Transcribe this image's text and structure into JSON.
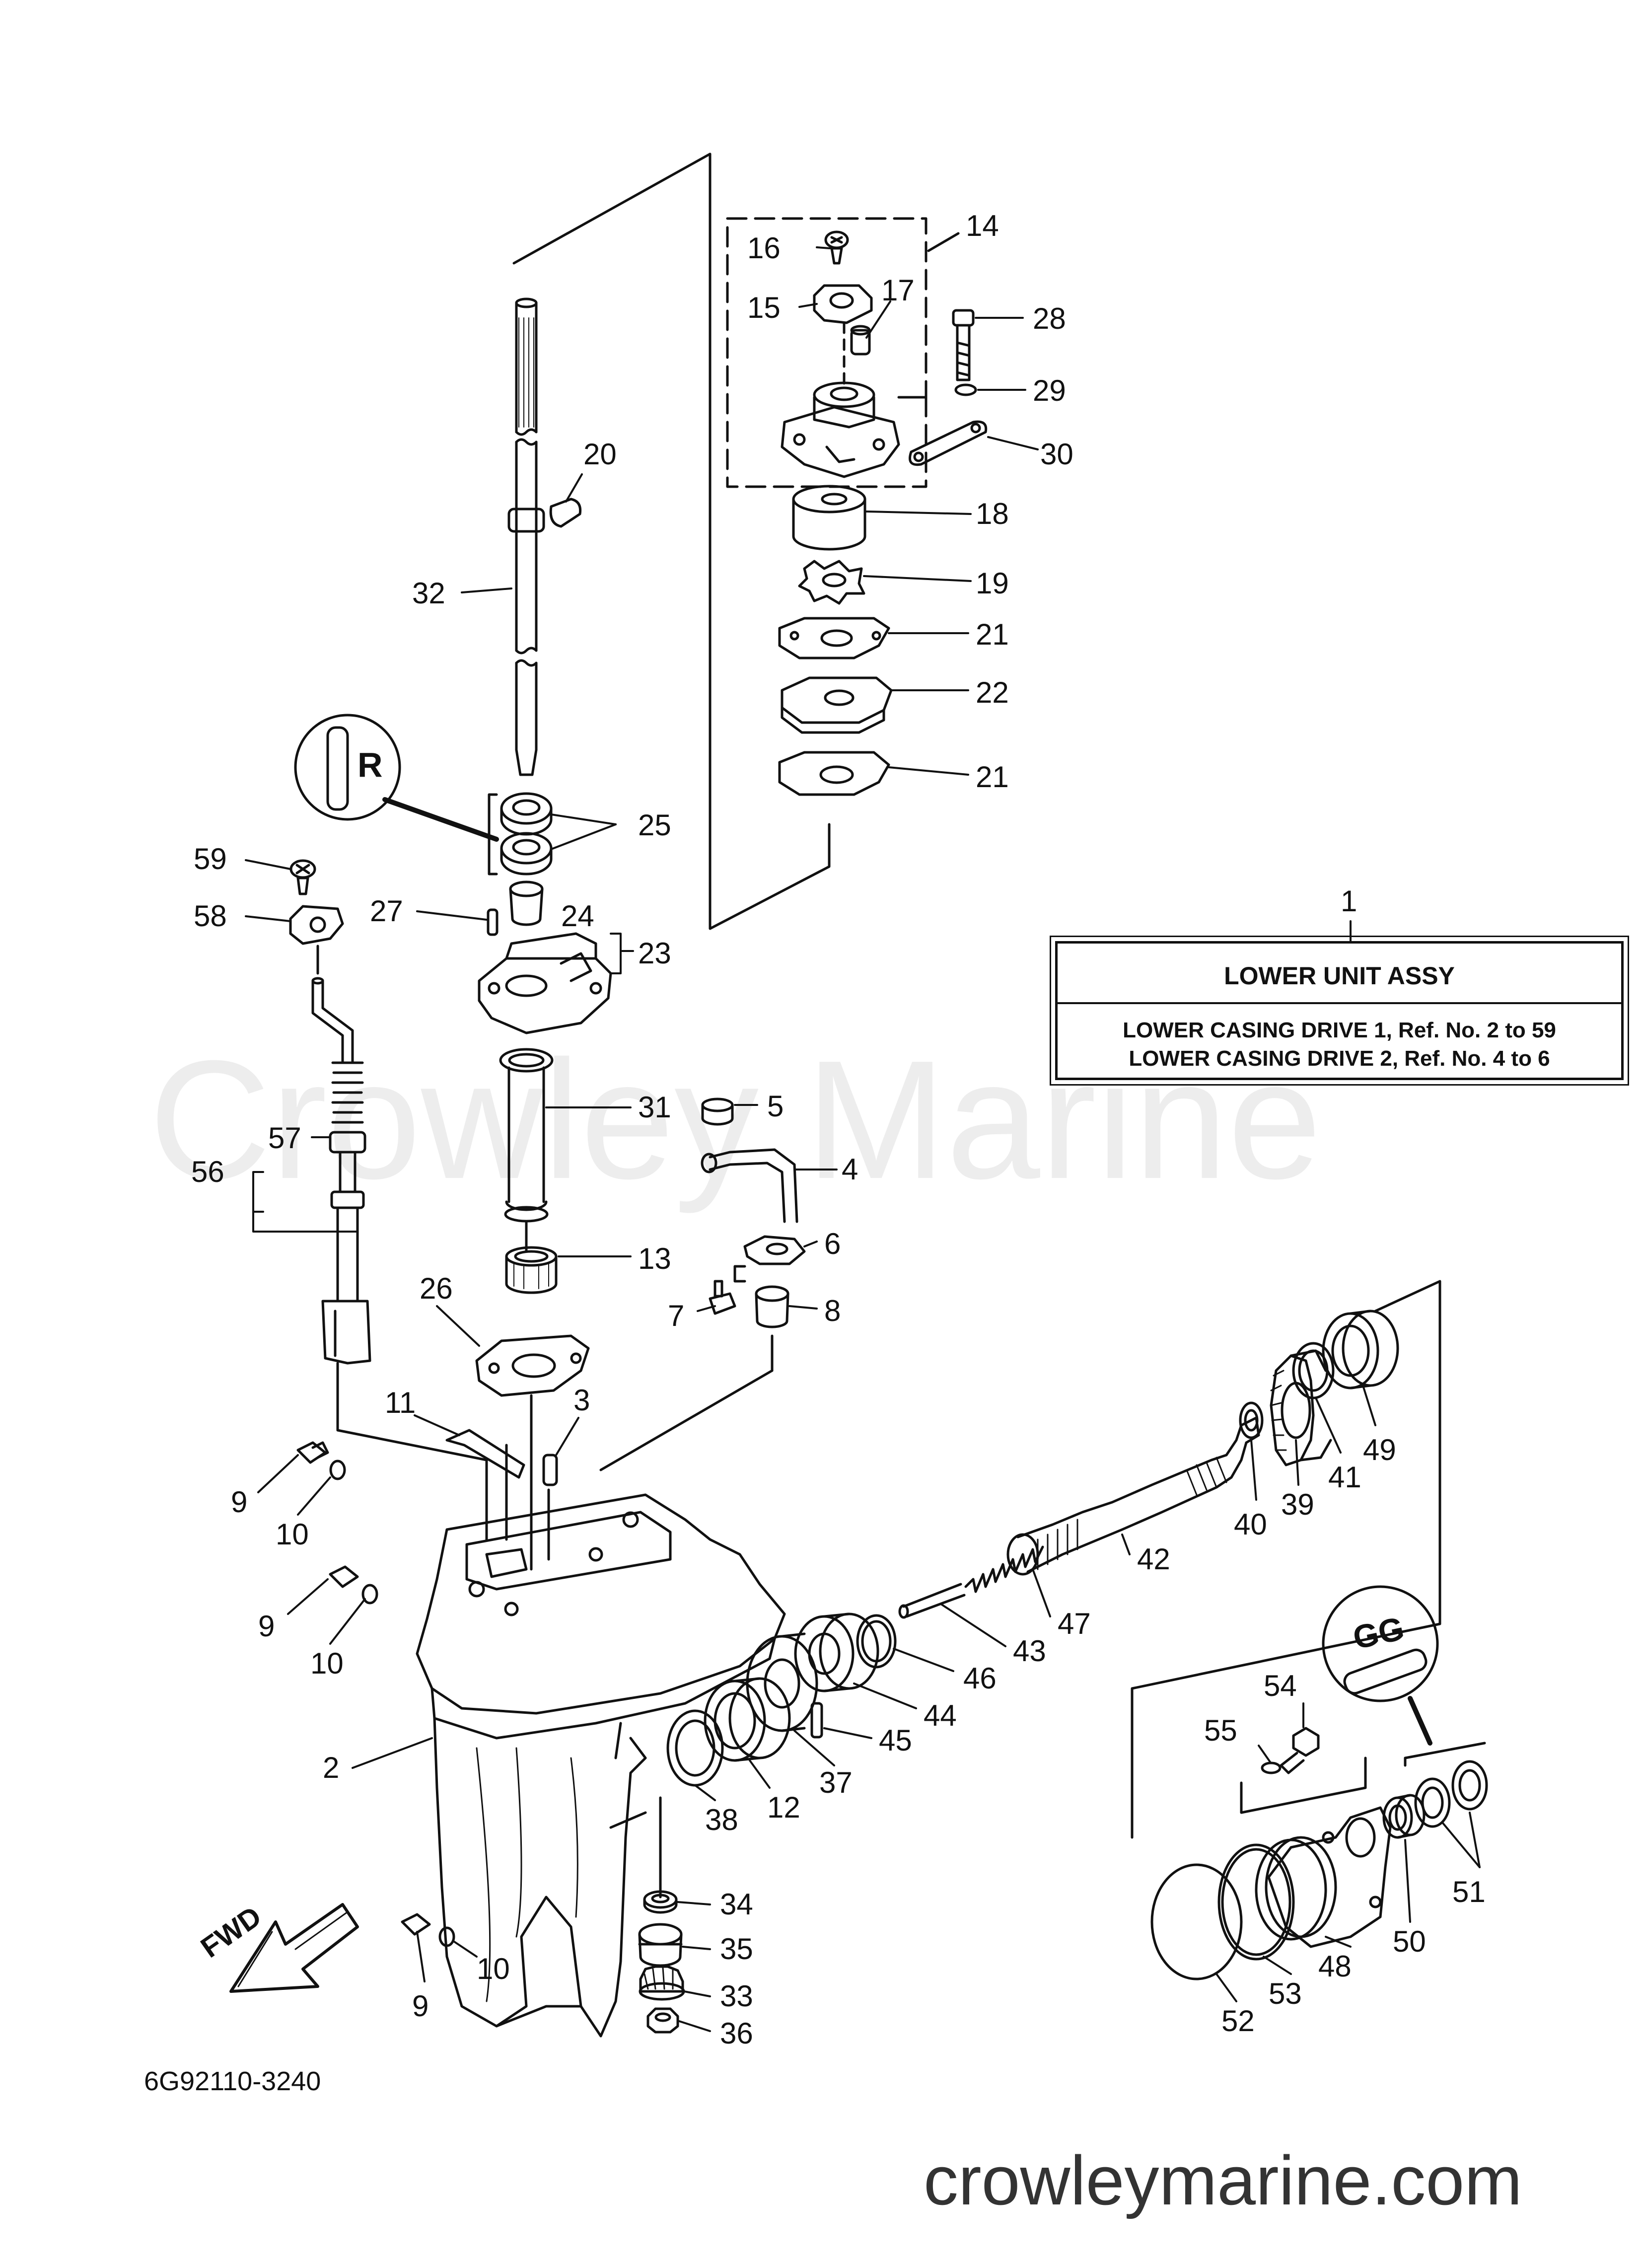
{
  "watermark": "Crowley Marine",
  "diagram_code": "6G92110-3240",
  "site_url": "crowleymarine.com",
  "assembly_box": {
    "ref": "1",
    "title": "LOWER UNIT ASSY",
    "line1": "LOWER CASING DRIVE 1, Ref. No. 2 to 59",
    "line2": "LOWER CASING DRIVE 2, Ref. No. 4 to 6"
  },
  "badges": {
    "fwd": "FWD",
    "lube_r": "R",
    "lube_gg": "GG"
  },
  "callouts": [
    "14",
    "16",
    "15",
    "17",
    "28",
    "29",
    "30",
    "18",
    "19",
    "21",
    "22",
    "21",
    "20",
    "32",
    "25",
    "59",
    "58",
    "27",
    "24",
    "23",
    "31",
    "5",
    "4",
    "57",
    "56",
    "6",
    "13",
    "7",
    "8",
    "26",
    "11",
    "3",
    "9",
    "10",
    "9",
    "10",
    "2",
    "38",
    "12",
    "37",
    "45",
    "44",
    "46",
    "43",
    "47",
    "42",
    "40",
    "39",
    "41",
    "49",
    "34",
    "35",
    "33",
    "36",
    "9",
    "10",
    "55",
    "54",
    "50",
    "51",
    "48",
    "53",
    "52"
  ]
}
